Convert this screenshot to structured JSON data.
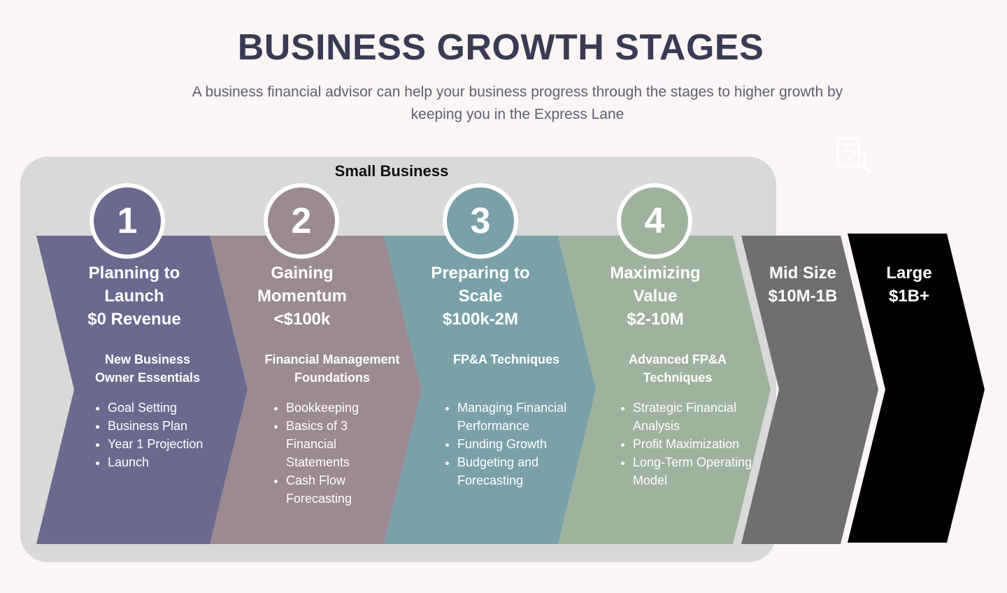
{
  "header": {
    "title": "BUSINESS GROWTH STAGES",
    "subtitle": "A business financial advisor can help your business progress through the stages to higher growth by keeping you in the Express Lane"
  },
  "group_label": "Small Business",
  "stages": [
    {
      "number": "1",
      "title_lines": [
        "Planning to",
        "Launch",
        "$0 Revenue"
      ],
      "subtitle_lines": [
        "New Business",
        "Owner Essentials"
      ],
      "bullets": [
        "Goal Setting",
        "Business Plan",
        "Year 1 Projection",
        "Launch"
      ],
      "color": "#6b6a8e"
    },
    {
      "number": "2",
      "title_lines": [
        "Gaining",
        "Momentum",
        "<$100k"
      ],
      "subtitle_lines": [
        "Financial Management",
        "Foundations"
      ],
      "bullets": [
        "Bookkeeping",
        "Basics of 3 Financial Statements",
        "Cash Flow Forecasting"
      ],
      "color": "#9b8a92"
    },
    {
      "number": "3",
      "title_lines": [
        "Preparing to",
        "Scale",
        "$100k-2M"
      ],
      "subtitle_lines": [
        "FP&A Techniques"
      ],
      "bullets": [
        "Managing Financial Performance",
        "Funding Growth",
        "Budgeting and Forecasting"
      ],
      "color": "#7aa0a8"
    },
    {
      "number": "4",
      "title_lines": [
        "Maximizing",
        "Value",
        "$2-10M"
      ],
      "subtitle_lines": [
        "Advanced FP&A",
        "Techniques"
      ],
      "bullets": [
        "Strategic Financial Analysis",
        "Profit Maximization",
        "Long-Term Operating Model"
      ],
      "color": "#9fb29d"
    }
  ],
  "later_stages": [
    {
      "title_lines": [
        "Mid Size",
        "$10M-1B"
      ],
      "color": "#6f6f6f"
    },
    {
      "title_lines": [
        "Large",
        "$1B+"
      ],
      "color": "#000000"
    }
  ],
  "icons": {
    "watermark": "magnifier-document-icon"
  },
  "colors": {
    "background": "#fbf5f5",
    "panel": "#d9d9d9",
    "title": "#393b54"
  }
}
